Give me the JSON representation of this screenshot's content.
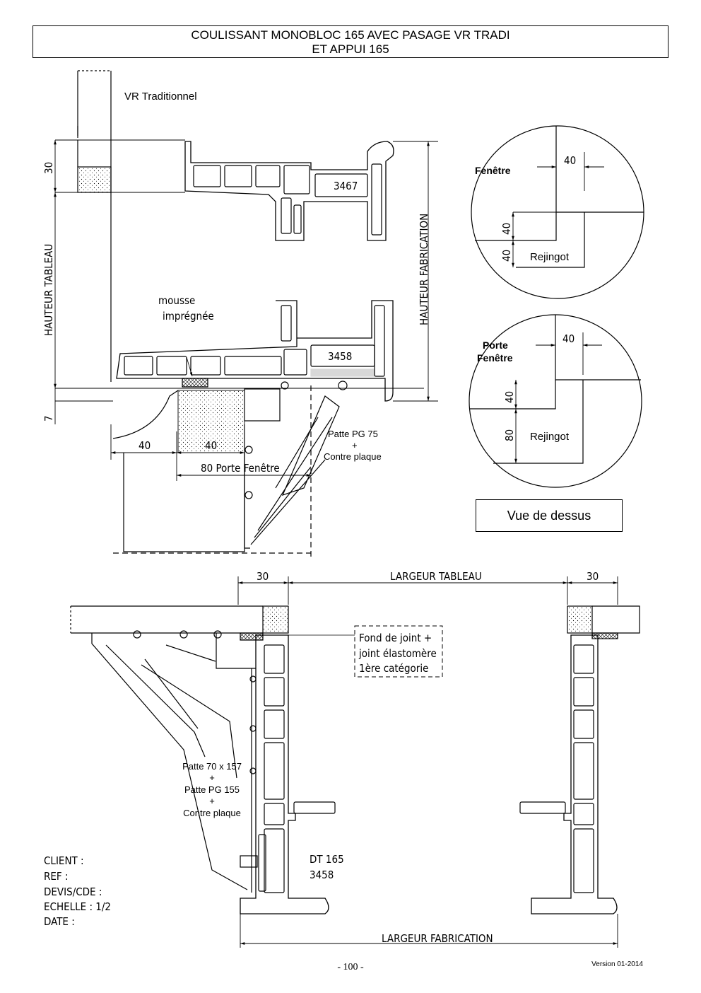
{
  "title": {
    "line1": "COULISSANT MONOBLOC 165 AVEC PASAGE VR TRADI",
    "line2": "ET APPUI 165"
  },
  "section_view": {
    "vr_label": "VR Traditionnel",
    "profile_top": "3467",
    "profile_bottom": "3458",
    "mousse_line1": "mousse",
    "mousse_line2": "imprégnée",
    "hauteur_tableau": "HAUTEUR TABLEAU",
    "hauteur_fabrication": "HAUTEUR FABRICATION",
    "dim_30": "30",
    "dim_7": "7",
    "dim_40a": "40",
    "dim_40b": "40",
    "dim_80": "80  Porte Fenêtre",
    "patte_line1": "Patte PG 75",
    "patte_line2": "+",
    "patte_line3": "Contre plaque"
  },
  "detail_fenetre": {
    "label": "Fenêtre",
    "dim_top": "40",
    "dim_mid": "40",
    "dim_bottom": "40",
    "rejingot": "Rejingot"
  },
  "detail_porte_fenetre": {
    "label_line1": "Porte",
    "label_line2": "Fenêtre",
    "dim_top": "40",
    "dim_mid": "40",
    "dim_bottom": "80",
    "rejingot": "Rejingot"
  },
  "vue_de_dessus": "Vue de dessus",
  "plan_view": {
    "dim_30_left": "30",
    "largeur_tableau": "LARGEUR TABLEAU",
    "dim_30_right": "30",
    "joint_line1": "Fond de joint +",
    "joint_line2": "joint élastomère",
    "joint_line3": "1ère catégorie",
    "patte_line1": "Patte 70 x 157",
    "patte_line2": "+",
    "patte_line3": "Patte PG 155",
    "patte_line4": "+",
    "patte_line5": "Contre plaque",
    "dt_line1": "DT 165",
    "dt_line2": "3458",
    "largeur_fabrication": "LARGEUR FABRICATION"
  },
  "info_block": {
    "client": "CLIENT :",
    "ref": "REF :",
    "devis": "DEVIS/CDE :",
    "echelle": "ECHELLE : 1/2",
    "date": "DATE :"
  },
  "footer": {
    "page": "- 100 -",
    "version": "Version 01-2014"
  }
}
